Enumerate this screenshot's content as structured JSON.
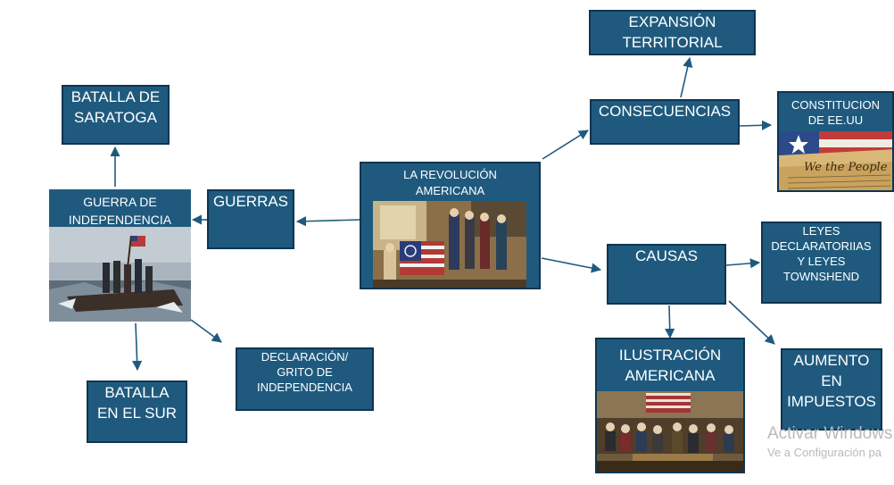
{
  "nodes": {
    "revolucion": "LA REVOLUCIÓN\nAMERICANA",
    "guerras": "GUERRAS",
    "guerra_independencia": "GUERRA DE\nINDEPENDENCIA",
    "saratoga": "BATALLA DE\nSARATOGA",
    "batalla_sur": "BATALLA\nEN EL SUR",
    "declaracion": "DECLARACIÓN/\nGRITO DE\nINDEPENDENCIA",
    "consecuencias": "CONSECUENCIAS",
    "expansion": "EXPANSIÓN\nTERRITORIAL",
    "constitucion": "CONSTITUCION\nDE EE.UU",
    "causas": "CAUSAS",
    "leyes": "LEYES\nDECLARATORIIAS\nY LEYES\nTOWNSHEND",
    "ilustracion": "ILUSTRACIÓN\nAMERICANA",
    "impuestos": "AUMENTO\nEN\nIMPUESTOS"
  },
  "constitution_image_text": "We the People",
  "watermark": {
    "title": "Activar Windows",
    "subtitle": "Ve a Configuración pa"
  },
  "colors": {
    "node_fill": "#1f5a7e",
    "node_border": "#0e3550",
    "arrow": "#1f5a7e"
  }
}
